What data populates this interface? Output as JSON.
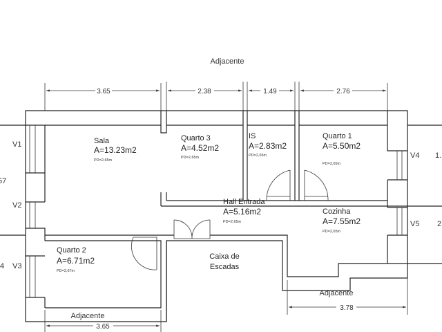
{
  "adjacent": {
    "top": "Adjacente",
    "bottom_left": "Adjacente",
    "bottom_right": "Adjacente"
  },
  "dimensions": {
    "top": [
      "3.65",
      "2.38",
      "1.49",
      "2.76"
    ],
    "bottom_left": "3.65",
    "bottom_right": "3.78"
  },
  "rooms": {
    "sala": {
      "name": "Sala",
      "area": "A=13.23m2",
      "pd": "PD=2,65m"
    },
    "quarto3": {
      "name": "Quarto 3",
      "area": "A=4.52m2",
      "pd": "PD=2,65m"
    },
    "is": {
      "name": "IS",
      "area": "A=2.83m2",
      "pd": "PD=2,65m"
    },
    "quarto1": {
      "name": "Quarto 1",
      "area": "A=5.50m2",
      "pd": "PD=2,65m"
    },
    "hall": {
      "name": "Hall Entrada",
      "area": "A=5.16m2",
      "pd": "PD=2,65m"
    },
    "cozinha": {
      "name": "Cozinha",
      "area": "A=7.55m2",
      "pd": "PD=2,65m"
    },
    "quarto2": {
      "name": "Quarto 2",
      "area": "A=6.71m2",
      "pd": "PD=2,67m"
    },
    "escadas": {
      "line1": "Caixa de",
      "line2": "Escadas"
    }
  },
  "windows": [
    "V1",
    "V2",
    "V3",
    "V4",
    "V5"
  ],
  "edge_labels": {
    "left_1": "57",
    "left_2": "4",
    "right_1": "1.",
    "right_2": "2"
  }
}
